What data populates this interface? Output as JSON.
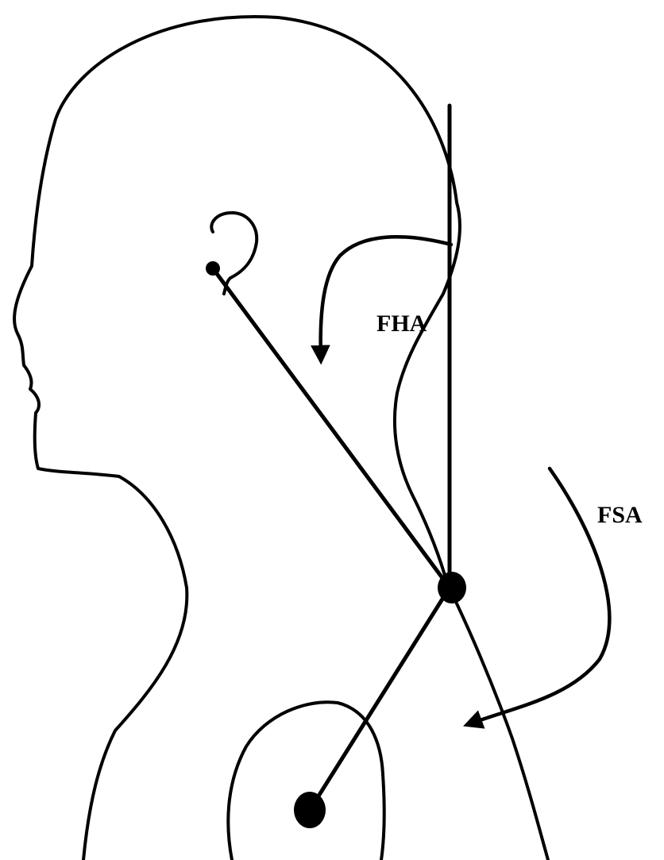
{
  "labels": {
    "fha": "FHA",
    "fsa": "FSA"
  },
  "landmarks": [
    {
      "name": "tragus-marker",
      "kind": "small-dot"
    },
    {
      "name": "c7-marker",
      "kind": "large-dot"
    },
    {
      "name": "shoulder-marker",
      "kind": "large-dot"
    }
  ],
  "angles": [
    {
      "label": "FHA",
      "between": [
        "vertical-line",
        "tragus-c7-line"
      ]
    },
    {
      "label": "FSA",
      "between": [
        "vertical-line",
        "shoulder-c7-line"
      ]
    }
  ],
  "colors": {
    "stroke": "#000000",
    "background": "#ffffff"
  }
}
